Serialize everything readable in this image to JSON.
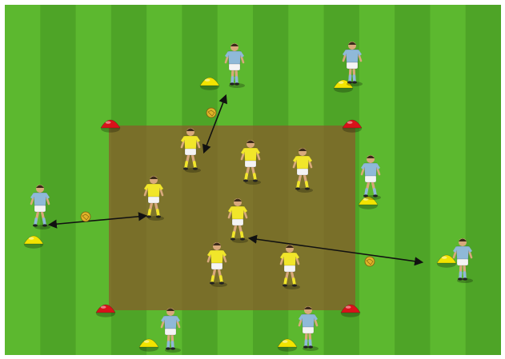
{
  "colors": {
    "grass_light": "#5cb82f",
    "grass_dark": "#4ea427",
    "zone_fill": "#8a5a2b",
    "cone_red": "#d9121a",
    "cone_yellow": "#f2e400",
    "attacker_shirt": "#8fb9d8",
    "attacker_shorts": "#f4f4f4",
    "defender_shirt": "#f1e62a",
    "defender_shorts": "#f4f4f4",
    "ball": "#e0b428",
    "arrow": "#111111"
  },
  "icons": {
    "player": "player-figure-icon",
    "cone": "cone-icon",
    "ball": "ball-icon",
    "arrow": "double-arrow-icon"
  },
  "diagram": {
    "zone_count": 1,
    "red_cones": 4,
    "yellow_cones": 7,
    "attackers": 7,
    "defenders": 7,
    "balls": 3,
    "passing_arrows": 3
  }
}
